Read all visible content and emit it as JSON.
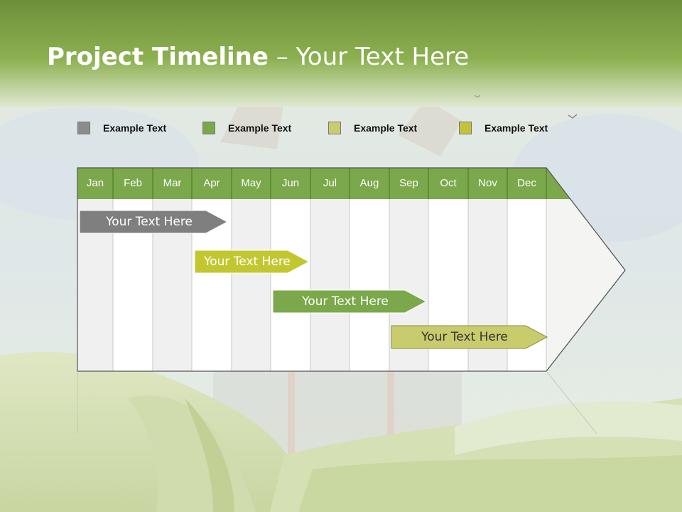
{
  "title": {
    "bold": "Project Timeline",
    "rest": " – Your Text Here"
  },
  "legend": [
    {
      "label": "Example Text",
      "color": "#8c8c8c"
    },
    {
      "label": "Example Text",
      "color": "#7aa84a"
    },
    {
      "label": "Example Text",
      "color": "#c8cc6c"
    },
    {
      "label": "Example Text",
      "color": "#c3c43c"
    }
  ],
  "months": [
    "Jan",
    "Feb",
    "Mar",
    "Apr",
    "May",
    "Jun",
    "Jul",
    "Aug",
    "Sep",
    "Oct",
    "Nov",
    "Dec"
  ],
  "bars": [
    {
      "label": "Your  Text Here",
      "color": "#7f7f7f",
      "text_color": "#ffffff"
    },
    {
      "label": "Your  Text Here",
      "color": "#c2c730",
      "text_color": "#ffffff"
    },
    {
      "label": "Your  Text Here",
      "color": "#7aa84a",
      "text_color": "#ffffff"
    },
    {
      "label": "Your  Text Here",
      "color": "#c8cc6c",
      "text_color": "#333333"
    }
  ],
  "colors": {
    "header_green": "#7aa84a",
    "top_band": "#89ad4c"
  }
}
